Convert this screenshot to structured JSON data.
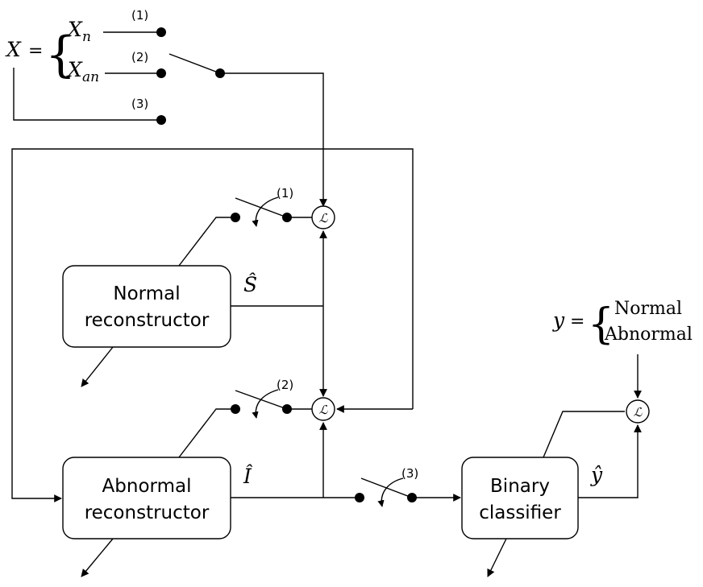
{
  "inputs": {
    "x_var": "X",
    "equals": "=",
    "x_normal": "X",
    "x_normal_sub": "n",
    "x_abnormal": "X",
    "x_abnormal_sub": "an"
  },
  "switch_labels": [
    "(1)",
    "(2)",
    "(3)"
  ],
  "loss_symbol": "ℒ",
  "blocks": {
    "normal_reconstructor": [
      "Normal",
      "reconstructor"
    ],
    "abnormal_reconstructor": [
      "Abnormal",
      "reconstructor"
    ],
    "binary_classifier": [
      "Binary",
      "classifier"
    ]
  },
  "signals": {
    "s_hat": "Ŝ",
    "i_hat": "Î",
    "y_hat": "ŷ"
  },
  "target": {
    "y_var": "y",
    "equals": "=",
    "options": [
      "Normal",
      "Abnormal"
    ]
  }
}
